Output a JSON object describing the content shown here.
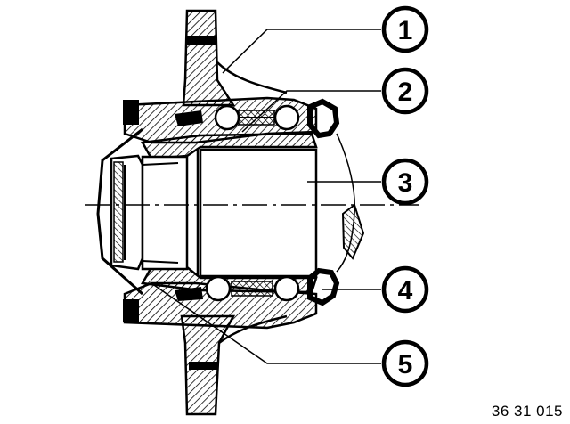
{
  "diagram": {
    "callouts": [
      {
        "id": "1",
        "label": "1"
      },
      {
        "id": "2",
        "label": "2"
      },
      {
        "id": "3",
        "label": "3"
      },
      {
        "id": "4",
        "label": "4"
      },
      {
        "id": "5",
        "label": "5"
      }
    ],
    "reference_code": "36 31 015",
    "colors": {
      "ink": "#000000",
      "paper": "#ffffff"
    }
  }
}
